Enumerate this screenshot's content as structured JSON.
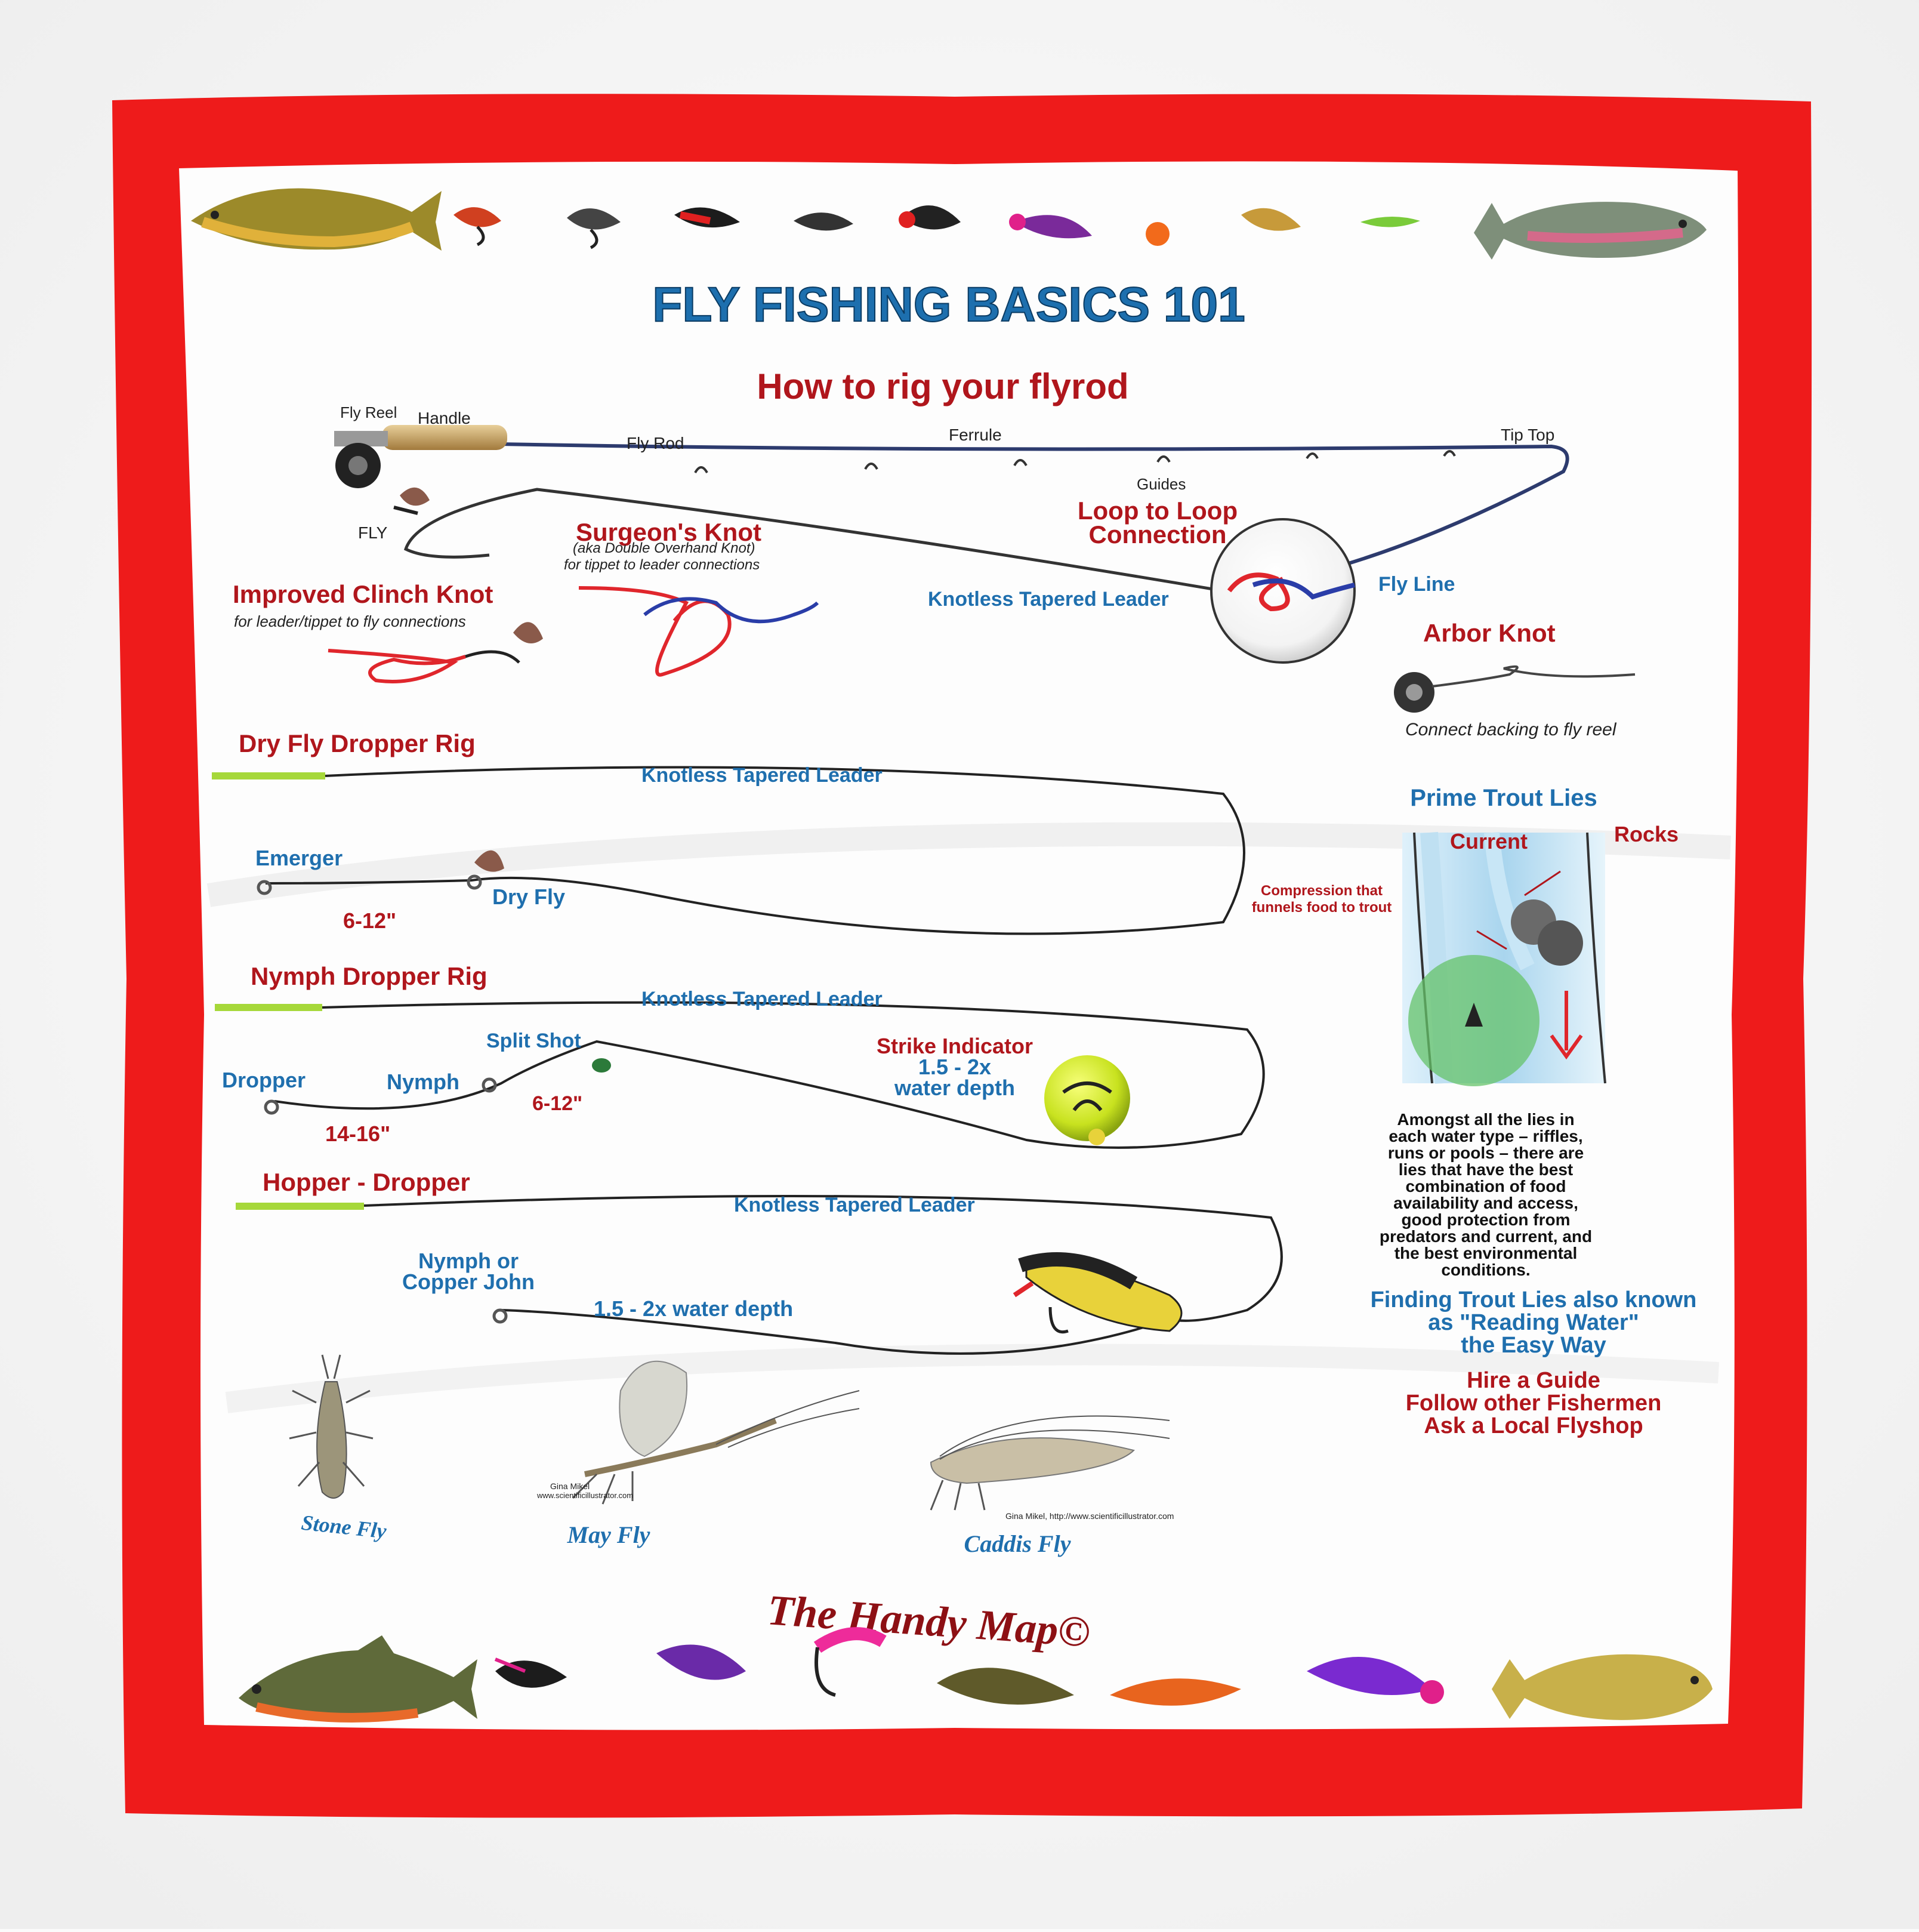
{
  "title": "FLY FISHING BASICS 101",
  "subtitle": "How to rig your flyrod",
  "rod": {
    "fly_reel": "Fly Reel",
    "handle": "Handle",
    "fly_rod": "Fly Rod",
    "ferrule": "Ferrule",
    "tip_top": "Tip Top",
    "guides": "Guides",
    "fly": "FLY"
  },
  "knots": {
    "surgeon_title": "Surgeon's Knot",
    "surgeon_note1": "(aka Double Overhand Knot)",
    "surgeon_note2": "for tippet to leader connections",
    "loop_title1": "Loop to Loop",
    "loop_title2": "Connection",
    "clinch_title": "Improved Clinch Knot",
    "clinch_note": "for leader/tippet to fly connections",
    "leader_label": "Knotless Tapered Leader",
    "fly_line": "Fly Line",
    "arbor_title": "Arbor Knot",
    "arbor_note": "Connect backing to fly reel"
  },
  "rigs": {
    "dry": {
      "title": "Dry Fly Dropper Rig",
      "leader": "Knotless Tapered Leader",
      "emerger": "Emerger",
      "dry_fly": "Dry Fly",
      "length": "6-12\""
    },
    "nymph": {
      "title": "Nymph Dropper Rig",
      "leader": "Knotless Tapered Leader",
      "split_shot": "Split Shot",
      "dropper": "Dropper",
      "nymph": "Nymph",
      "len1": "14-16\"",
      "len2": "6-12\"",
      "strike1": "Strike Indicator",
      "strike2": "1.5 - 2x",
      "strike3": "water depth"
    },
    "hopper": {
      "title": "Hopper - Dropper",
      "leader": "Knotless Tapered Leader",
      "nymph1": "Nymph or",
      "nymph2": "Copper John",
      "depth": "1.5 - 2x water depth"
    }
  },
  "lies": {
    "title": "Prime Trout Lies",
    "current": "Current",
    "rocks": "Rocks",
    "compression1": "Compression that",
    "compression2": "funnels food to trout",
    "paragraph": [
      "Amongst all the lies in",
      "each water type – riffles,",
      "runs or pools – there are",
      "lies that have the best",
      "combination of food",
      "availability and access,",
      "good protection from",
      "predators and current, and",
      "the best environmental",
      "conditions."
    ],
    "finding": [
      "Finding Trout Lies also known",
      "as \"Reading Water\"",
      "the Easy  Way"
    ],
    "tips": [
      "Hire a Guide",
      "Follow other Fishermen",
      "Ask a Local Flyshop"
    ]
  },
  "insects": {
    "stone": "Stone Fly",
    "may": "May Fly",
    "caddis": "Caddis Fly",
    "credit1a": "Gina Mikel",
    "credit1b": "www.scientificillustrator.com",
    "credit2": "Gina Mikel, http://www.scientificillustrator.com"
  },
  "brand": "The Handy Map©",
  "colors": {
    "border": "#ee1b1b",
    "title_blue": "#1d6fae",
    "accent_red": "#b0161c",
    "label_blue": "#1f6fae"
  }
}
